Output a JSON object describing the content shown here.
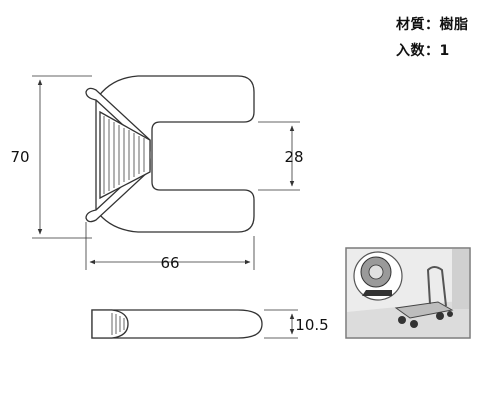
{
  "specs": {
    "material_label": "材質",
    "material_value": "樹脂",
    "quantity_label": "入数",
    "quantity_value": "1",
    "separator": "："
  },
  "dimensions": {
    "height": "70",
    "slot_width": "28",
    "width": "66",
    "thickness": "10.5"
  },
  "colors": {
    "stroke": "#333333",
    "fill": "#ffffff",
    "ribs": "#555555",
    "photo_bg": "#e9e9e9",
    "photo_frame": "#7a7a7a"
  }
}
